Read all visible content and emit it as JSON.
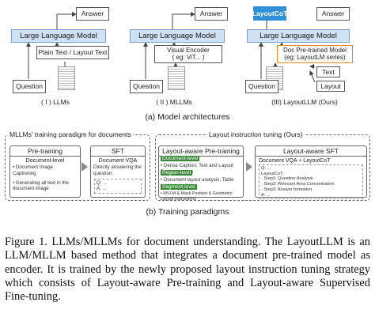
{
  "fig_a": {
    "col1": {
      "answer": "Answer",
      "llm": "Large Language Model",
      "text": "Plain Text / Layout Text",
      "question": "Question",
      "roman": "( I ) LLMs"
    },
    "col2": {
      "answer": "Answer",
      "llm": "Large Language Model",
      "encoder": "Visual Encoder\n( eg: ViT... )",
      "question": "Question",
      "roman": "( II ) MLLMs"
    },
    "col3": {
      "cot": "LayoutCoT",
      "answer": "Answer",
      "llm": "Large Language Model",
      "encoder": "Doc Pre-trained Model\n(eg: LayoutLM series)",
      "text": "Text",
      "layout": "Layout",
      "question": "Question",
      "roman": "(III) LayoutLLM (Ours)"
    },
    "caption": "(a) Model architectures"
  },
  "fig_b": {
    "left_title": "MLLMs' training paradigm for documents",
    "pretrain_title": "Pre-training",
    "pretrain_level": "Document-level",
    "pretrain_items": [
      "• Document Image Captioning",
      "• Generating all text in the document image"
    ],
    "sft_title": "SFT",
    "sft_level": "Document VQA",
    "sft_item": "Directly answering the question.",
    "sft_q": "Q: ...",
    "sft_a": "A: ...",
    "right_title": "Layout instruction tuning (Ours)",
    "lap_title": "Layout-aware Pre-training",
    "doc_level": "Document-level",
    "doc_level_item": "• Dense Caption; Text and Layout Reconstruction",
    "region_level": "Region-level",
    "region_level_item": "• Document layout analysis; Table Understanding",
    "segment_level": "Segment-level",
    "segment_level_item": "• MVLM & Mask Position & Geometric Layout instructions",
    "lasft_title": "Layout-aware SFT",
    "lasft_vqa": "Document VQA + LayoutCoT",
    "lasft_lines": [
      "Q: ...",
      "LayoutCoT:",
      "· Step1: Question Analysis",
      "· Step2: Relevant Area Concentration",
      "· Step3: Answer formation",
      "A: ..."
    ],
    "caption": "(b) Training paradigms"
  },
  "figure_caption": "Figure 1.  LLMs/MLLMs for document understanding. The LayoutLLM is an LLM/MLLM based method that integrates a document pre-trained model as encoder. It is trained by the newly proposed layout instruction tuning strategy which consists of Layout-aware Pre-training and Layout-aware Supervised Fine-tuning.",
  "colors": {
    "llm_blue": "#cfe1f4",
    "cot_blue": "#2f8fd8",
    "orange": "#e08a1e",
    "green": "#3a8a3a"
  }
}
